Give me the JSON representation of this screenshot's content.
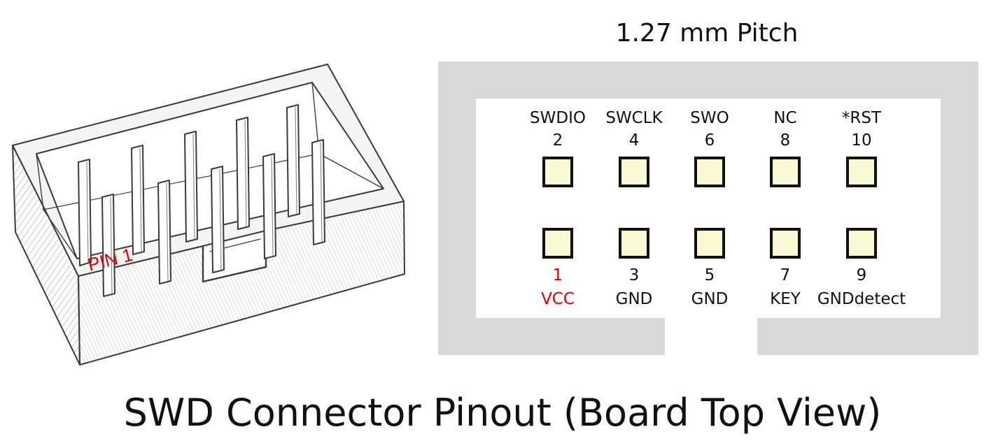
{
  "title": "SWD Connector Pinout (Board Top View)",
  "pitch_label": "1.27 mm Pitch",
  "sketch": {
    "pin1_label": "PIN 1"
  },
  "colors": {
    "housing": "#d8d8d8",
    "pad_fill": "#fbf8d4",
    "pad_border": "#111111",
    "highlight": "#e00000",
    "pencil": "#3a3a3a"
  },
  "top_row": [
    {
      "signal": "SWDIO",
      "number": "2"
    },
    {
      "signal": "SWCLK",
      "number": "4"
    },
    {
      "signal": "SWO",
      "number": "6"
    },
    {
      "signal": "NC",
      "number": "8"
    },
    {
      "signal": "*RST",
      "number": "10"
    }
  ],
  "bottom_row": [
    {
      "number": "1",
      "signal": "VCC",
      "highlight": true
    },
    {
      "number": "3",
      "signal": "GND",
      "highlight": false
    },
    {
      "number": "5",
      "signal": "GND",
      "highlight": false
    },
    {
      "number": "7",
      "signal": "KEY",
      "highlight": false
    },
    {
      "number": "9",
      "signal": "GNDdetect",
      "highlight": false
    }
  ]
}
